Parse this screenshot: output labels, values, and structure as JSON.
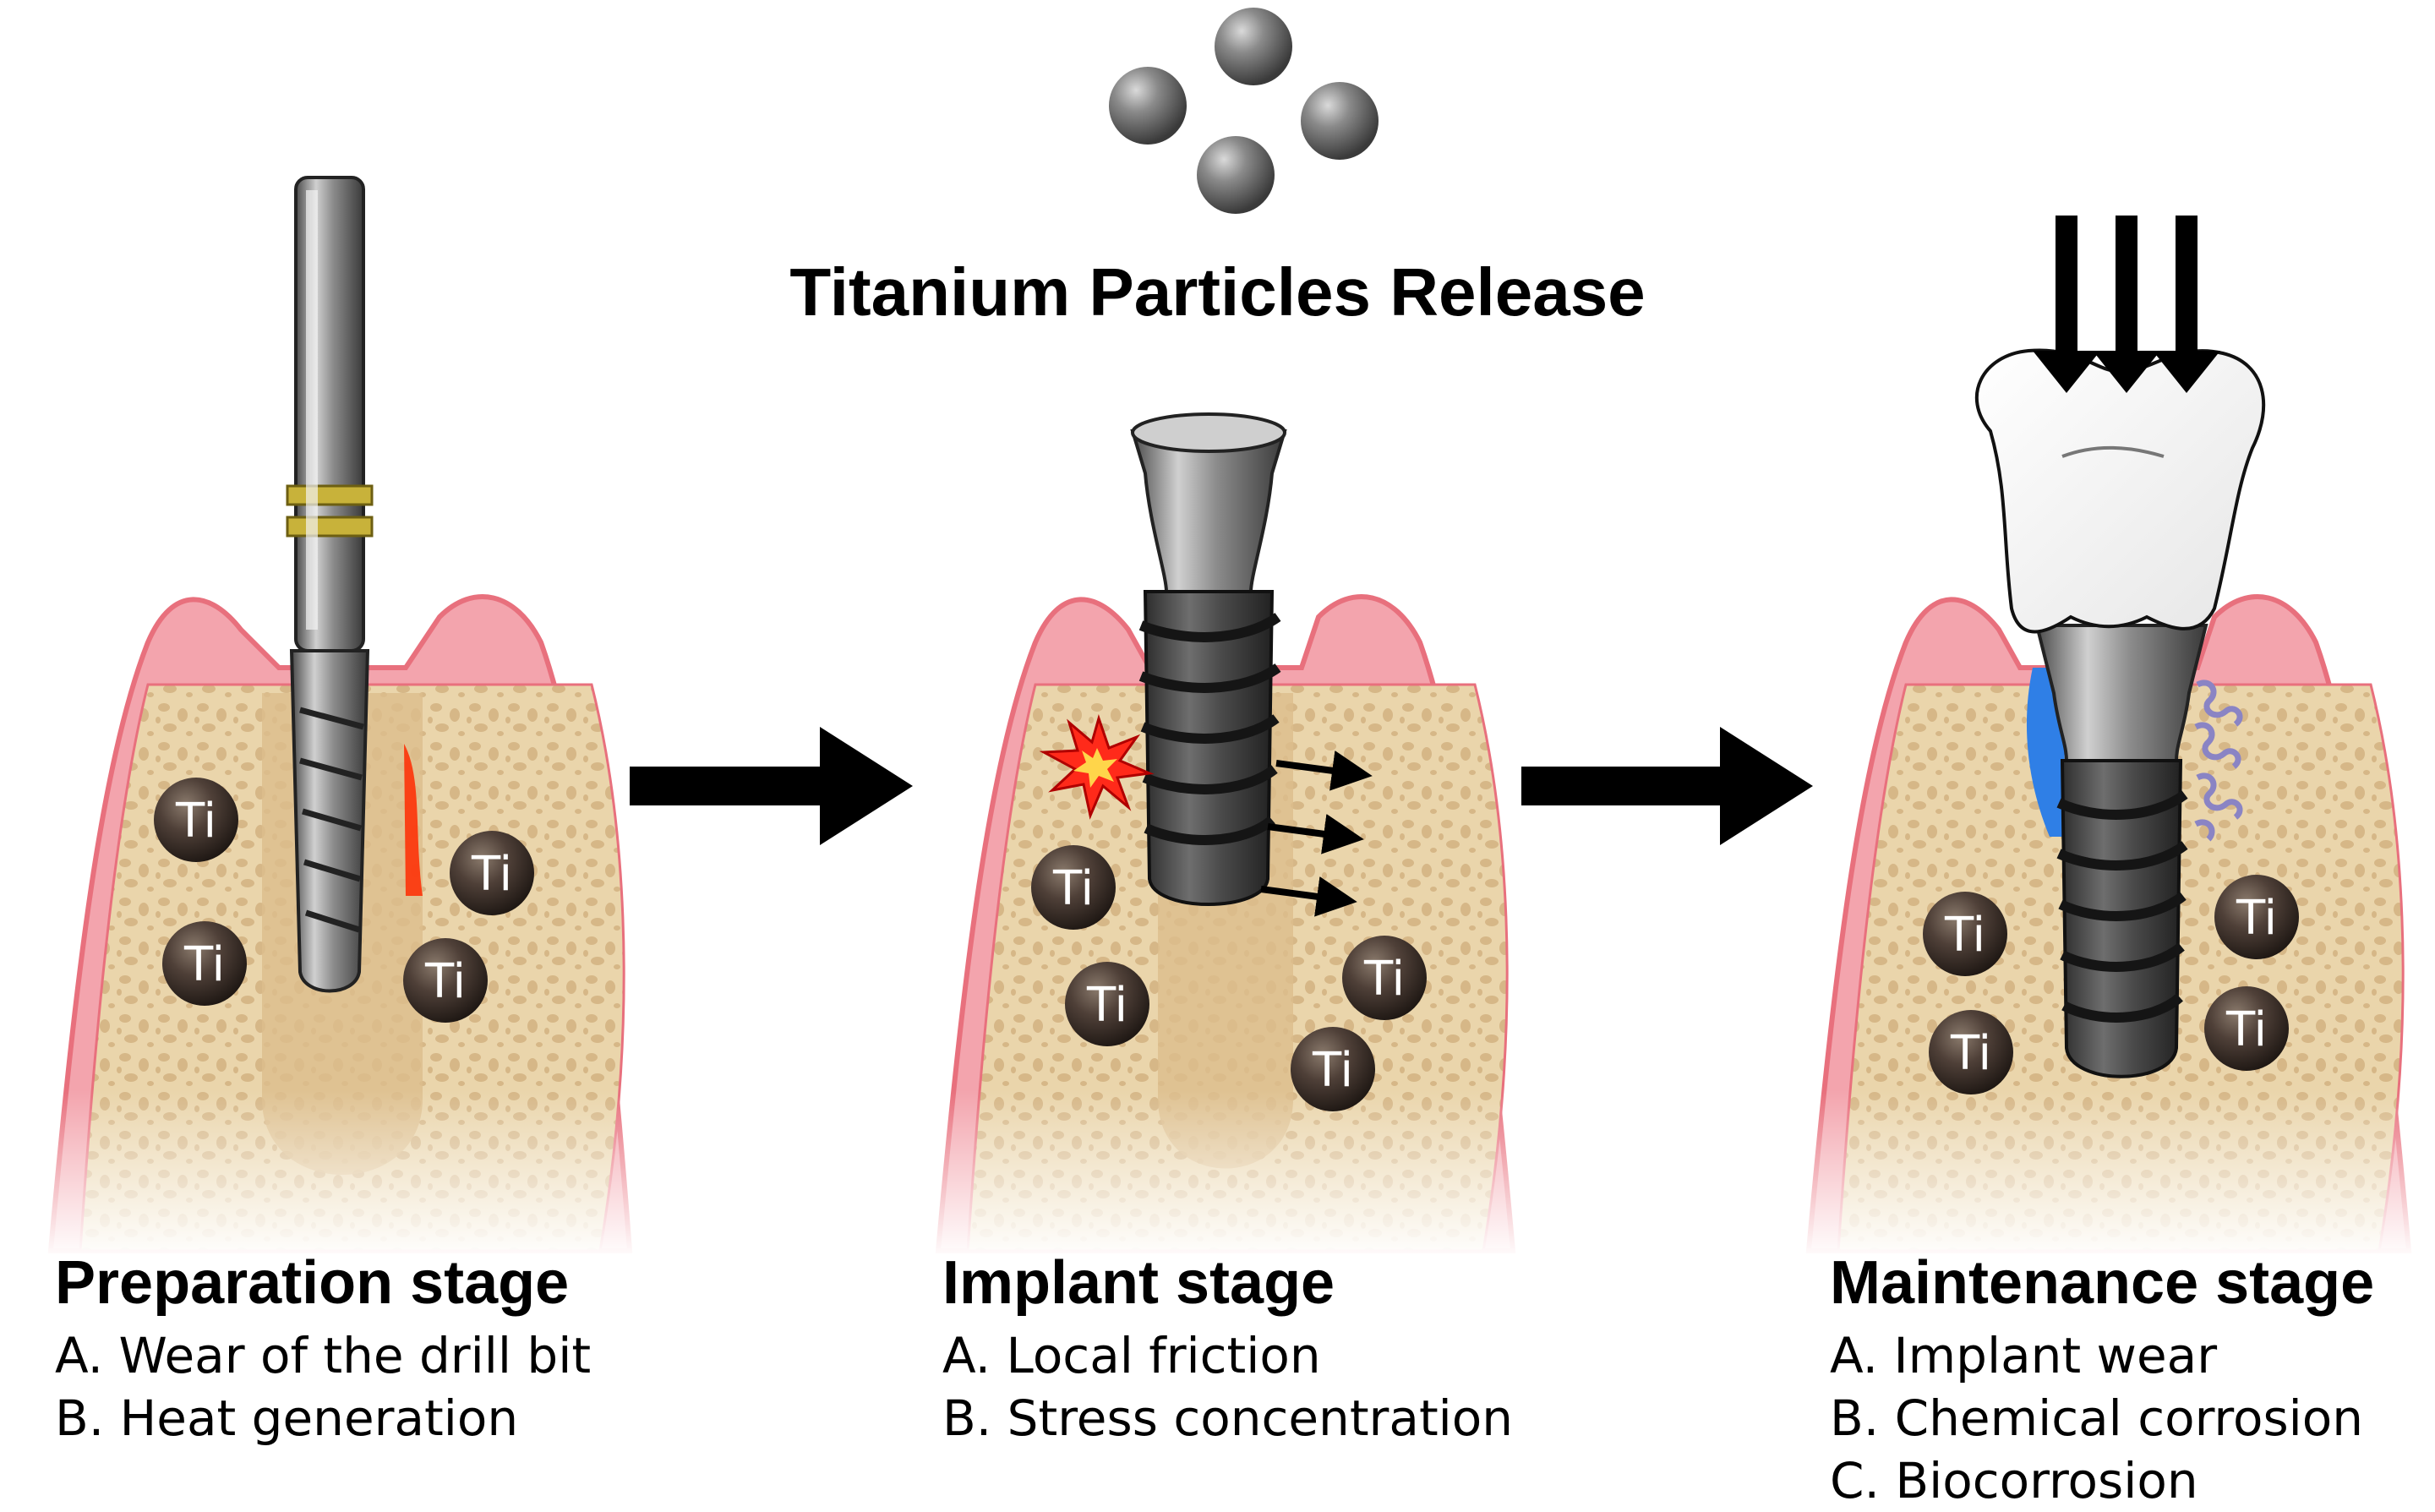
{
  "title": "Titanium Particles Release",
  "particle_label": "Ti",
  "stages": [
    {
      "title": "Preparation stage",
      "items": [
        "A. Wear of the drill bit",
        "B. Heat generation"
      ]
    },
    {
      "title": "Implant stage",
      "items": [
        "A. Local friction",
        "B. Stress concentration"
      ]
    },
    {
      "title": "Maintenance stage",
      "items": [
        "A. Implant wear",
        "B. Chemical corrosion",
        "C. Biocorrosion"
      ]
    }
  ],
  "colors": {
    "gum": "#f3a4ad",
    "gum_edge": "#e8707d",
    "bone": "#e9d3a8",
    "bone_spot": "#d7b988",
    "particle": "#4e4038",
    "heat": "#ff2a00",
    "biofilm": "#2f7fe6",
    "bacteria": "#8a84c4"
  }
}
